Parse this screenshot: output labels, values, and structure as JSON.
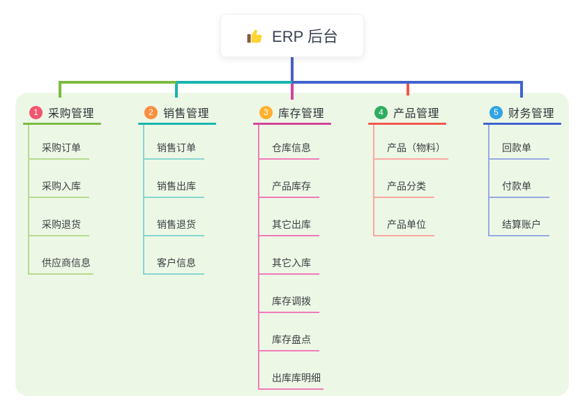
{
  "root": {
    "title": "ERP 后台",
    "icon": "thumbs-up-icon",
    "drop_color": "#4a5ec8"
  },
  "panel": {
    "background": "#edf7e6"
  },
  "branches": [
    {
      "badge": "1",
      "label": "采购管理",
      "color": "#7cbb41",
      "light": "#b5db8d",
      "badge_color": "#f2556e",
      "children": [
        "采购订单",
        "采购入库",
        "采购退货",
        "供应商信息"
      ]
    },
    {
      "badge": "2",
      "label": "销售管理",
      "color": "#18b4ad",
      "light": "#85d6cf",
      "badge_color": "#fa8e3e",
      "children": [
        "销售订单",
        "销售出库",
        "销售退货",
        "客户信息"
      ]
    },
    {
      "badge": "3",
      "label": "库存管理",
      "color": "#d2439a",
      "light": "#f07ab8",
      "badge_color": "#ffb02e",
      "children": [
        "仓库信息",
        "产品库存",
        "其它出库",
        "其它入库",
        "库存调拨",
        "库存盘点",
        "出库库明细"
      ]
    },
    {
      "badge": "4",
      "label": "产品管理",
      "color": "#f2564c",
      "light": "#f9a8a1",
      "badge_color": "#2ead5f",
      "children": [
        "产品（物料）",
        "产品分类",
        "产品单位"
      ]
    },
    {
      "badge": "5",
      "label": "财务管理",
      "color": "#4063ce",
      "light": "#97a9e2",
      "badge_color": "#30a5e5",
      "children": [
        "回款单",
        "付款单",
        "结算账户"
      ]
    }
  ]
}
